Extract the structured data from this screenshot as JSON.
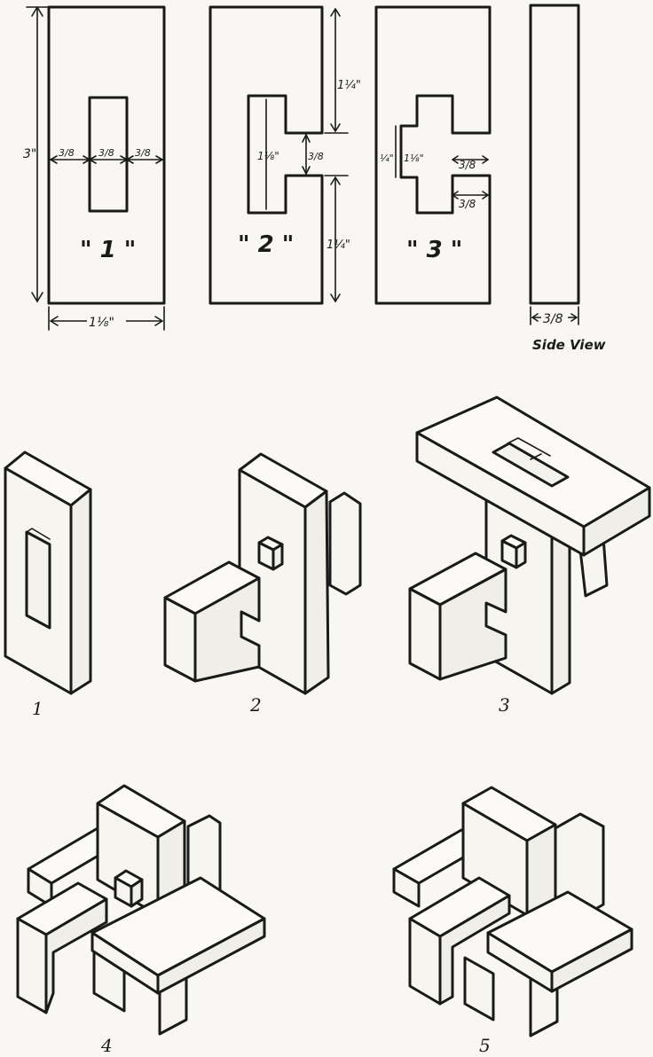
{
  "top_views": {
    "piece_labels": [
      "\" 1 \"",
      "\" 2 \"",
      "\" 3 \""
    ],
    "dims": {
      "height": "3\"",
      "width": "1⅛\"",
      "side": "3/8",
      "p1_left": "3/8",
      "p1_mid": "3/8",
      "p1_right": "3/8",
      "p2_top": "1¼\"",
      "p2_slot": "1⅛\"",
      "p2_gap": "3/8",
      "p2_bottom": "1¼\"",
      "p3_quarter": "¼\"",
      "p3_slot": "1⅛\"",
      "p3_right_upper": "3/8",
      "p3_right_lower": "3/8"
    },
    "side_view_label": "Side View"
  },
  "steps": [
    "1",
    "2",
    "3",
    "4",
    "5"
  ]
}
